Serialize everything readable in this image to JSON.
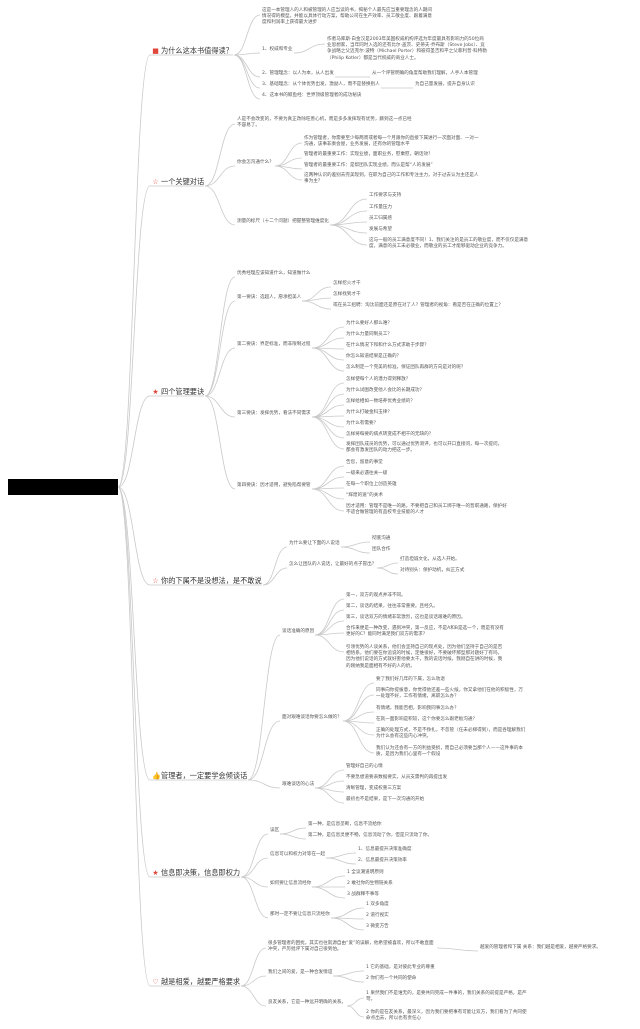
{
  "accent": "#e0463a",
  "line_color": "#c9c9c9",
  "root": {
    "label": ""
  },
  "branches": [
    {
      "key": "b1",
      "icon": "flag-icon",
      "glyph": "■",
      "label": "为什么这本书值得读？"
    },
    {
      "key": "b2",
      "icon": "star-outline-icon",
      "glyph": "☆",
      "label": "一个关键对话"
    },
    {
      "key": "b3",
      "icon": "star-icon",
      "glyph": "★",
      "label": "四个管理要诀"
    },
    {
      "key": "b4",
      "icon": "star-outline-icon",
      "glyph": "☆",
      "label": "你的下属不是没想法，是不敢说"
    },
    {
      "key": "b5",
      "icon": "thumbs-up-icon",
      "glyph": "👍",
      "label": "管理者，一定要学会倾谈话"
    },
    {
      "key": "b6",
      "icon": "star-icon",
      "glyph": "★",
      "label": "信息即决策，信息即权力"
    },
    {
      "key": "b7",
      "icon": "heart-icon",
      "glyph": "♡",
      "label": "越是相爱，越要严格要求"
    }
  ],
  "texts": {
    "b1_intro": "这是一本管理人的人和被管理的人应当读的书，揭秘个人最先应当重要理念的人期间情况得的模型。并能以具体行动方案，帮助公司在生产效率、员工敬业度、跟着满意度和利润率上获得最大进步",
    "b1_1": "1、权威和专业",
    "b1_1a": "作者马库斯·白金汉是2003年美国权威机构评选为年度最具有影响力的50位商业思想家，当年同时入选的还有比尔·盖茨、史蒂夫·乔布斯（Steve Jobs）、竞争战略之父迈克尔·波特（Michael Porter）和彼得圣吉和平之父菲利普·科特勒（Philip Kotler）都是当代权威的商业人士。",
    "b1_2": "2、管理理念：以人为本，从人出发",
    "b1_2a": "从一个评管明确的角度帮助我们理解，人手人本管理",
    "b1_3": "3、基础理念：从个体优势出发，激励人，而不是替换别人",
    "b1_3a": "为自己量发展，提升自身认识",
    "b1_4": "4、这本书的鲸鱼经：世界顶级管理者的成功秘诀",
    "b2_intro": "人是不会改变的，不要为真正改除旺善心机，而是多多发挥现有优势，藤到这一点已经不容易了。",
    "b2_q1": "你会怎沟通什么？",
    "b2_q1a": "作为管理者，你需要至少每两周或者每一个月跟你的直接下属进行一次面对面、一对一沟通，该事非奏会屋，业务发展，还有你的管理水平",
    "b2_q1b": "管理者的最重要工作：实现业绩，面职业务，慰乘慰，朝话效？",
    "b2_q1c": "管理者的最重要工作：是帮团队实现业绩，而认是帮“人的发展”",
    "b2_q1d": "这两种认识的差别去完美现到，在职为自己的工作和专注主力，对于过去认为主还是人事为主？",
    "b2_q2": "测量的标尺（十二个问题）把握整管理维度化",
    "b2_q2a": "工作要求与支持",
    "b2_q2b": "工作量压力",
    "b2_q2c": "员工归属感",
    "b2_q2d": "发展与希望",
    "b2_q2e": "这与一般的员工满意度不同！1、我们关注的是员工的敬业度，而不仅仅是满意度，满意的员工未必敬业，而敬业的员工才能够驱动企业的竞争力。",
    "b3_intro": "优秀经理应该知道什么，知道做什么",
    "b3_1": "第一要诀：选超人，愿承担美人",
    "b3_1a": "怎样挖火才干",
    "b3_1b": "怎样找到才干",
    "b3_1c": "或在员工招聘：淘汰前面还是原在对了人？管理者的视角：看是否在正确的位置上？",
    "b3_2": "第二要诀：界定标准，而非限制过程",
    "b3_2a": "为什么要好人那么难？",
    "b3_2b": "为什么力量同制员工？",
    "b3_2c": "在什么情况下和和什么方式求助于步骤？",
    "b3_2d": "你怎么知道结果是正确的？",
    "b3_2e": "怎么制定一个完美的标准，保证团队再群的方向是对的呢？",
    "b3_3": "第三要诀：发挥优势，看法不同需求",
    "b3_3a": "怎样使每个人的潜力得到释放？",
    "b3_3b": "为什么试图改变他人会比的长期成功？",
    "b3_3c": "怎样给相如一致培养优秀业绩的？",
    "b3_3d": "为什么打破金科玉律？",
    "b3_3e": "为什么有需要？",
    "b3_3f": "怎样将每要的病点转变成不相干的无缺的？",
    "b3_3g": "发挥团队成员的优势，可以通过优势测评，也可以开口直接问，每一次提问，都会有激发团队的动力把这一步。",
    "b3_4": "第四要诀：因才适用，避免陷帮要管",
    "b3_4a": "告您，留意的事堂",
    "b3_4b": "一级来必遇往关一级",
    "b3_4c": "在每一个职位上创造英雄",
    "b3_4d": "“辉煌的速”的关术",
    "b3_4e": "因才适用：管理不是唯一的路，不要把自己和员工绑于唯一的晋职通路，保护好不适合做管理的有品校专业技能的人才",
    "b4_1": "为什么要让下面的人说话",
    "b4_1a": "彻底沟通",
    "b4_1b": "团队合作",
    "b4_2": "怎么让团队的人说话，让最好的点子冒出？",
    "b4_2a": "打造坦诚文化，从选人开始。",
    "b4_2b": "对待别头：保护动机，纠正方式",
    "b5_1": "谈话准确的原因",
    "b5_1a": "第一，双方的观点并非不同。",
    "b5_1b": "第二，谈话的结果，往往非常重要。且经久。",
    "b5_1c": "第三，谈话双方的情绪非常激烈，这也是谈话艰难的原因。",
    "b5_1d": "合作来便是一种改变，遇到冲突，第一反应，不是A和B是选一个，而是有没有更好的C？能同时满足我们双方的需求？",
    "b5_1e": "引领优势的人谈关系，他们会坚持自己的现点处，因为他们坚持于自己的是否相悟系，他们要在你追说的时候，定维很好，不要破坏那型那对题好了有吗，因为他们说话的方式就好害他要太千，我的说话时候，我刚自在讲的时候，我的刚纳我是面相有不好的人的奶。",
    "b5_2": "面对艰难谈话你要怎么做的？",
    "b5_2a": "要了我们好几年的下属，怎么劝退",
    "b5_2b": "同事向你提拔意，你觉得他还差一些火候，你又拿他们在他的积极性，万一处理不好，工作有情绪，离职怎么办？",
    "b5_2c": "有情绪，我能否相，影响我同事怎么办？",
    "b5_2d": "在就一面影响是积较，这个你要怎么跟老板沟通？",
    "b5_2e": "正确的处理方式，不是不挣扎，不忽管（任未必梯得到），而是各理解我们为什么会有这些内心冲突。",
    "b5_2f": "我们认为还会有一方的利益受损，而自己必须要当那个人——这件事的本质，是因为我们心里有一个假设",
    "b5_3": "艰难谈话的心法",
    "b5_3a": "管理好自己的心情",
    "b5_3b": "不要急想道要表数据要实，从员支需判的再提出发",
    "b5_3c": "清晰管理，变成权重三方案",
    "b5_3d": "最初也不是结果，是下一次沟通的开始",
    "b6_1": "误区",
    "b6_1a": "第一种，是信息垄断，信息不流给你",
    "b6_1b": "第二种，是信息灵便不畅，信息流动了你，但是只流动了你。",
    "b6_2": "信息可以和权力对等在一起",
    "b6_2a": "1、信息最提升决策准确度",
    "b6_2b": "2、信息最提升决策效率",
    "b6_3": "如何要让信息流经你",
    "b6_3a": "1 全议潮道明原则",
    "b6_3b": "2 敢社你的生物链关系",
    "b6_3c": "3 战群释不事等",
    "b6_4": "那时一定不要让信息只流经你",
    "b6_4a": "1 双多角度",
    "b6_4b": "2 道行视实",
    "b6_4c": "3 微变方告",
    "b7_1": "很多管理者的困扰，其实也往就源自由“爱”的误解，他希望被喜欢，所以不敢直面冲突，严厉批评下属对自己很到怕。",
    "b7_1a": "越爱的管理者和下属 关系：我们越是相爱，越要严格要求。",
    "b7_2": "我们之间的爱，是一种合发情谊",
    "b7_2a": "1 它的基础，是对彼此专业的尊重",
    "b7_2b": "2 你们有一个共同的使命",
    "b7_3": "良友关系，它是一种远开明确的关系。",
    "b7_3a": "1 果然我们不是谁无的，是要共同完成一件事的，我们关系的前提是严格，是严苛。",
    "b7_3b": "2 你的是在友关系，最深义，因为我们要把事有可能让双方，我们看为了共同使命点出去，所以也有责任心"
  }
}
